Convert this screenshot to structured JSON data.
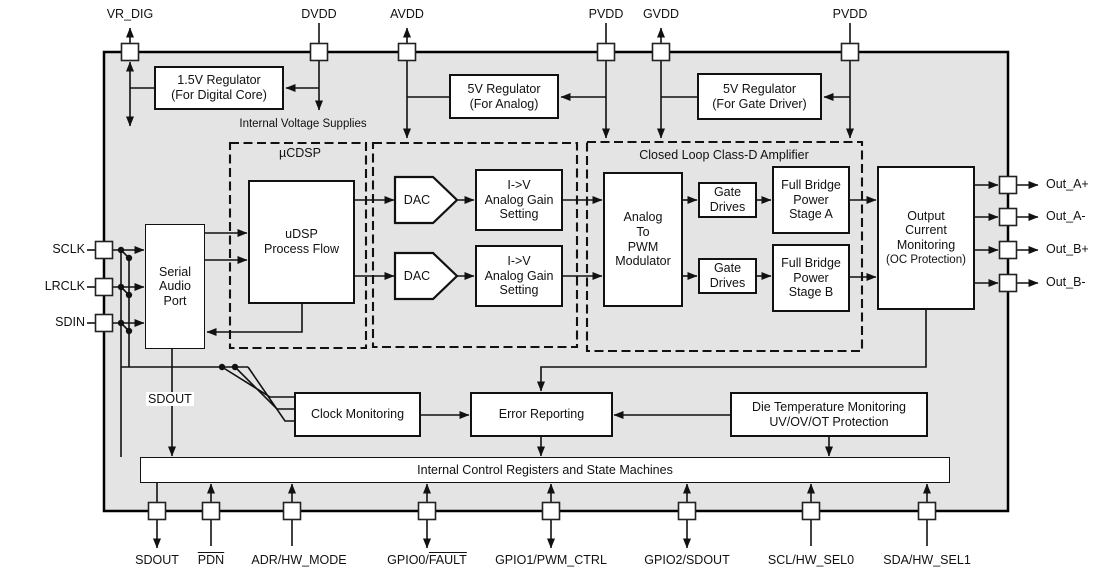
{
  "diagram": {
    "colors": {
      "chip_fill": "#e4e4e4",
      "line": "#111111",
      "block_fill": "#ffffff"
    },
    "top_pins": [
      {
        "label": "VR_DIG"
      },
      {
        "label": "DVDD"
      },
      {
        "label": "AVDD"
      },
      {
        "label": "PVDD"
      },
      {
        "label": "GVDD"
      },
      {
        "label": "PVDD"
      }
    ],
    "left_pins": [
      {
        "label": "SCLK"
      },
      {
        "label": "LRCLK"
      },
      {
        "label": "SDIN"
      }
    ],
    "right_pins": [
      {
        "label": "Out_A+"
      },
      {
        "label": "Out_A-"
      },
      {
        "label": "Out_B+"
      },
      {
        "label": "Out_B-"
      }
    ],
    "bottom_pins": [
      {
        "parts": [
          {
            "t": "SDOUT",
            "ov": false
          }
        ]
      },
      {
        "parts": [
          {
            "t": "PDN",
            "ov": true
          }
        ]
      },
      {
        "parts": [
          {
            "t": "ADR/HW_MODE",
            "ov": false
          }
        ]
      },
      {
        "parts": [
          {
            "t": "GPIO0/",
            "ov": false
          },
          {
            "t": "FAULT",
            "ov": true
          }
        ]
      },
      {
        "parts": [
          {
            "t": "GPIO1/PWM_CTRL",
            "ov": false
          }
        ]
      },
      {
        "parts": [
          {
            "t": "GPIO2/SDOUT",
            "ov": false
          }
        ]
      },
      {
        "parts": [
          {
            "t": "SCL/HW_SEL0",
            "ov": false
          }
        ]
      },
      {
        "parts": [
          {
            "t": "SDA/HW_SEL1",
            "ov": false
          }
        ]
      }
    ],
    "regions": {
      "ucdsp": "µCDSP",
      "class_d": "Closed Loop Class-D Amplifier"
    },
    "notes": {
      "internal_supplies": "Internal Voltage Supplies",
      "sdout_net": "SDOUT"
    },
    "blocks": {
      "reg15": [
        "1.5V Regulator",
        "(For Digital Core)"
      ],
      "reg5a": [
        "5V Regulator",
        "(For Analog)"
      ],
      "reg5g": [
        "5V Regulator",
        "(For Gate Driver)"
      ],
      "sap": [
        "Serial",
        "Audio",
        "Port"
      ],
      "udsp": [
        "uDSP",
        "Process Flow"
      ],
      "dac1": "DAC",
      "dac2": "DAC",
      "iv1": [
        "I->V",
        "Analog Gain",
        "Setting"
      ],
      "iv2": [
        "I->V",
        "Analog Gain",
        "Setting"
      ],
      "a2pwm": [
        "Analog",
        "To",
        "PWM",
        "Modulator"
      ],
      "gd1": [
        "Gate",
        "Drives"
      ],
      "gd2": [
        "Gate",
        "Drives"
      ],
      "fba": [
        "Full Bridge",
        "Power",
        "Stage A"
      ],
      "fbb": [
        "Full Bridge",
        "Power",
        "Stage B"
      ],
      "ocm": [
        "Output",
        "Current",
        "Monitoring",
        "(OC Protection)"
      ],
      "clock": "Clock Monitoring",
      "error": "Error Reporting",
      "die": [
        "Die Temperature Monitoring",
        "UV/OV/OT Protection"
      ],
      "bar": "Internal Control Registers and State Machines"
    }
  }
}
